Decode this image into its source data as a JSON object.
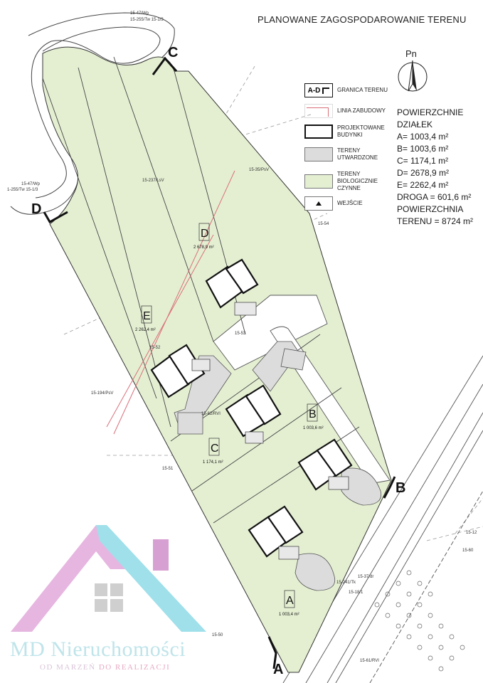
{
  "title": "PLANOWANE ZAGOSPODAROWANIE TERENU",
  "compass": {
    "label": "Pn"
  },
  "legend": [
    {
      "key": "granica",
      "symbol": "A-D",
      "label": "GRANICA TERENU"
    },
    {
      "key": "linia",
      "label": "LINIA ZABUDOWY"
    },
    {
      "key": "budynki",
      "label": "PROJEKTOWANE BUDYNKI"
    },
    {
      "key": "utwardzone",
      "label": "TERENY UTWARDZONE"
    },
    {
      "key": "biologiczne",
      "label": "TERENY BIOLOGICZNIE CZYNNE"
    },
    {
      "key": "wejscie",
      "label": "WEJŚCIE"
    }
  ],
  "areas": {
    "heading1": "POWIERZCHNIE",
    "heading2": "DZIAŁEK",
    "a": "A= 1003,4 m²",
    "b": "B= 1003,6 m²",
    "c": "C= 1174,1 m²",
    "d": "D= 2678,9 m²",
    "e": "E= 2262,4 m²",
    "droga": "DROGA = 601,6 m²",
    "total_label": "POWIERZCHNIA",
    "total": "TERENU = 8724 m²"
  },
  "plots": [
    {
      "letter": "A",
      "area": "1 003,4 m²"
    },
    {
      "letter": "B",
      "area": "1 003,6 m²"
    },
    {
      "letter": "C",
      "area": "1 174,1 m²"
    },
    {
      "letter": "D",
      "area": "2 678,9 m²"
    },
    {
      "letter": "E",
      "area": "2 262,4 m²"
    }
  ],
  "section_markers": [
    "A",
    "B",
    "C",
    "D"
  ],
  "parcel_labels": {
    "p1": "15-47/Wp",
    "p2": "15-255/Tw 15-1/3",
    "p3": "15-237/LsV",
    "p4": "15-35/PsV",
    "p5": "15-54",
    "p6": "15-47/Wp",
    "p7": "1-255/Tw 15-1/3",
    "p8": "15-53",
    "p9": "15-52",
    "p10": "15-194/PsV",
    "p11": "15-62/RVI",
    "p12": "15-51",
    "p13": "15-50",
    "p14": "15-241/Tk",
    "p15": "15-37/dr",
    "p16": "15-18/1",
    "p17": "15-61/RVI",
    "p18": "15-12",
    "p19": "15-60"
  },
  "colors": {
    "biologiczne": "#e4efd2",
    "utwardzone": "#dcdcdc",
    "linia": "#d9707a",
    "logo_pink": "#e6b6e0",
    "logo_cyan": "#9fe0ea"
  },
  "logo": {
    "name": "MD Nieruchomości",
    "tagline_a": "OD MARZEŃ",
    "tagline_b": "DO REALIZACJI"
  }
}
